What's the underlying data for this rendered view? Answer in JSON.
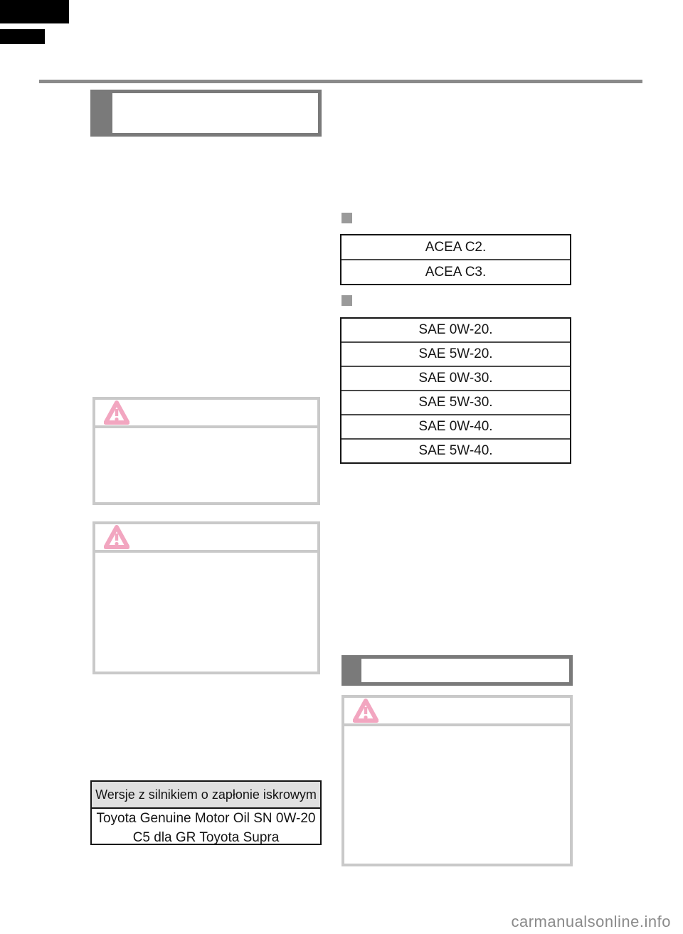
{
  "right_column": {
    "acea_table": {
      "rows": [
        "ACEA C2.",
        "ACEA C3."
      ]
    },
    "sae_table": {
      "rows": [
        "SAE 0W-20.",
        "SAE 5W-20.",
        "SAE 0W-30.",
        "SAE 5W-30.",
        "SAE 0W-40.",
        "SAE 5W-40."
      ]
    }
  },
  "left_column": {
    "oil_table": {
      "header": "Wersje z silnikiem o zapłonie iskrowym",
      "line1": "Toyota Genuine Motor Oil SN 0W-20",
      "line2": "C5 dla GR Toyota Supra"
    }
  },
  "footer": {
    "watermark": "carmanualsonline.info"
  },
  "colors": {
    "section_box_gray": "#7a7a7a",
    "rule_gray": "#8a8a8a",
    "caution_border_gray": "#c9c9c9",
    "warning_pink": "#f2a6c0",
    "table_header_gray": "#e0e0e0",
    "bullet_gray": "#9a9a9a"
  }
}
